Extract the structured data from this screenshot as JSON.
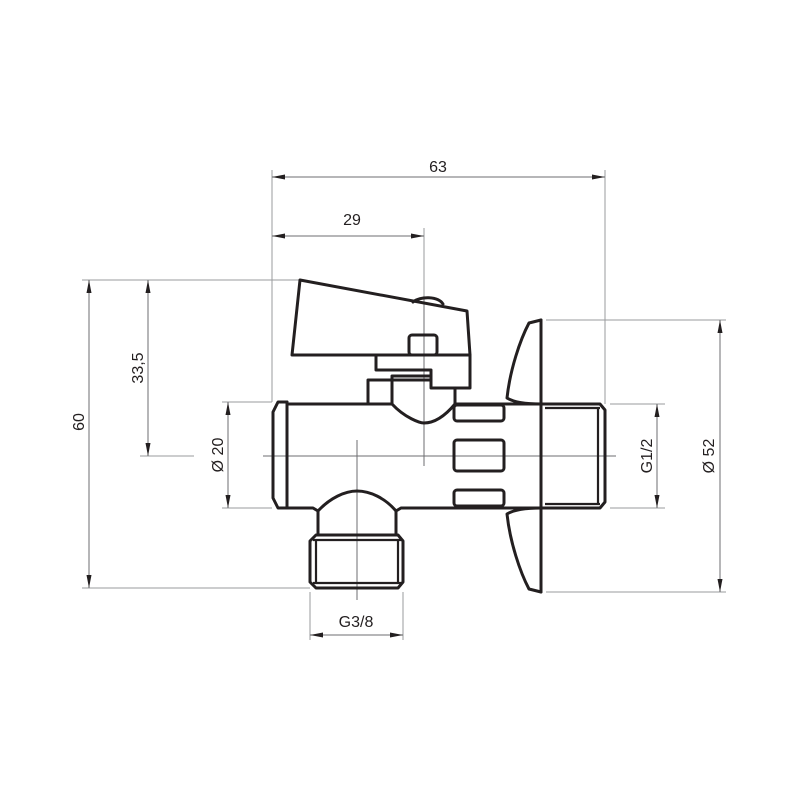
{
  "drawing": {
    "subject": "angle valve with lever handle and wall rosette",
    "line_color": "#231f20",
    "dimension_color": "#6d6e71",
    "background": "#ffffff"
  },
  "dimensions": {
    "overall_length": "63",
    "handle_axis_offset": "29",
    "overall_height": "60",
    "handle_to_axis_height": "33,5",
    "inlet_diameter": "Ø 20",
    "outlet_thread": "G3/8",
    "inlet_thread": "G1/2",
    "rosette_diameter": "Ø 52"
  }
}
